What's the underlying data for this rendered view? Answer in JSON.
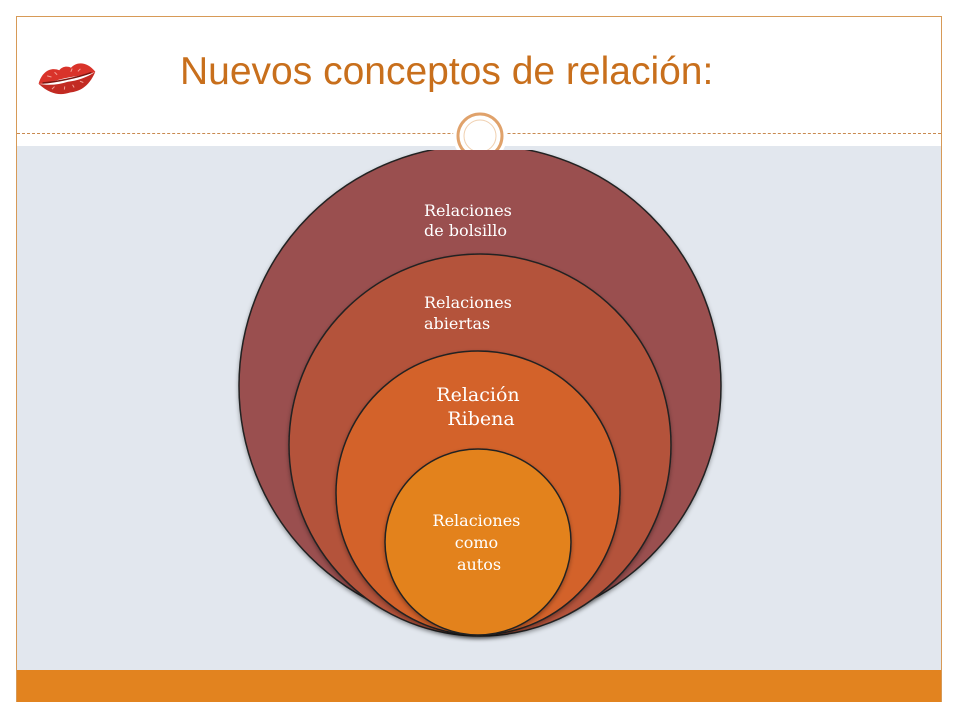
{
  "slide": {
    "title": "Nuevos conceptos de relación:",
    "logo_icon": "lips-icon",
    "ornament_icon": "ring-icon",
    "colors": {
      "title": "#c86f1c",
      "accent_bar": "#e2831f",
      "content_background": "#e2e7ee",
      "frame": "#d79a57"
    }
  },
  "diagram": {
    "type": "nested-circles",
    "circles": [
      {
        "label_lines": [
          "Relaciones",
          "de bolsillo"
        ],
        "color": "#9a5050"
      },
      {
        "label_lines": [
          "Relaciones",
          "abiertas"
        ],
        "color": "#b4523b"
      },
      {
        "label_lines": [
          "Relación",
          "Ribena"
        ],
        "color": "#d3622b"
      },
      {
        "label_lines": [
          "Relaciones",
          "como",
          "autos"
        ],
        "color": "#e3821f"
      }
    ]
  }
}
